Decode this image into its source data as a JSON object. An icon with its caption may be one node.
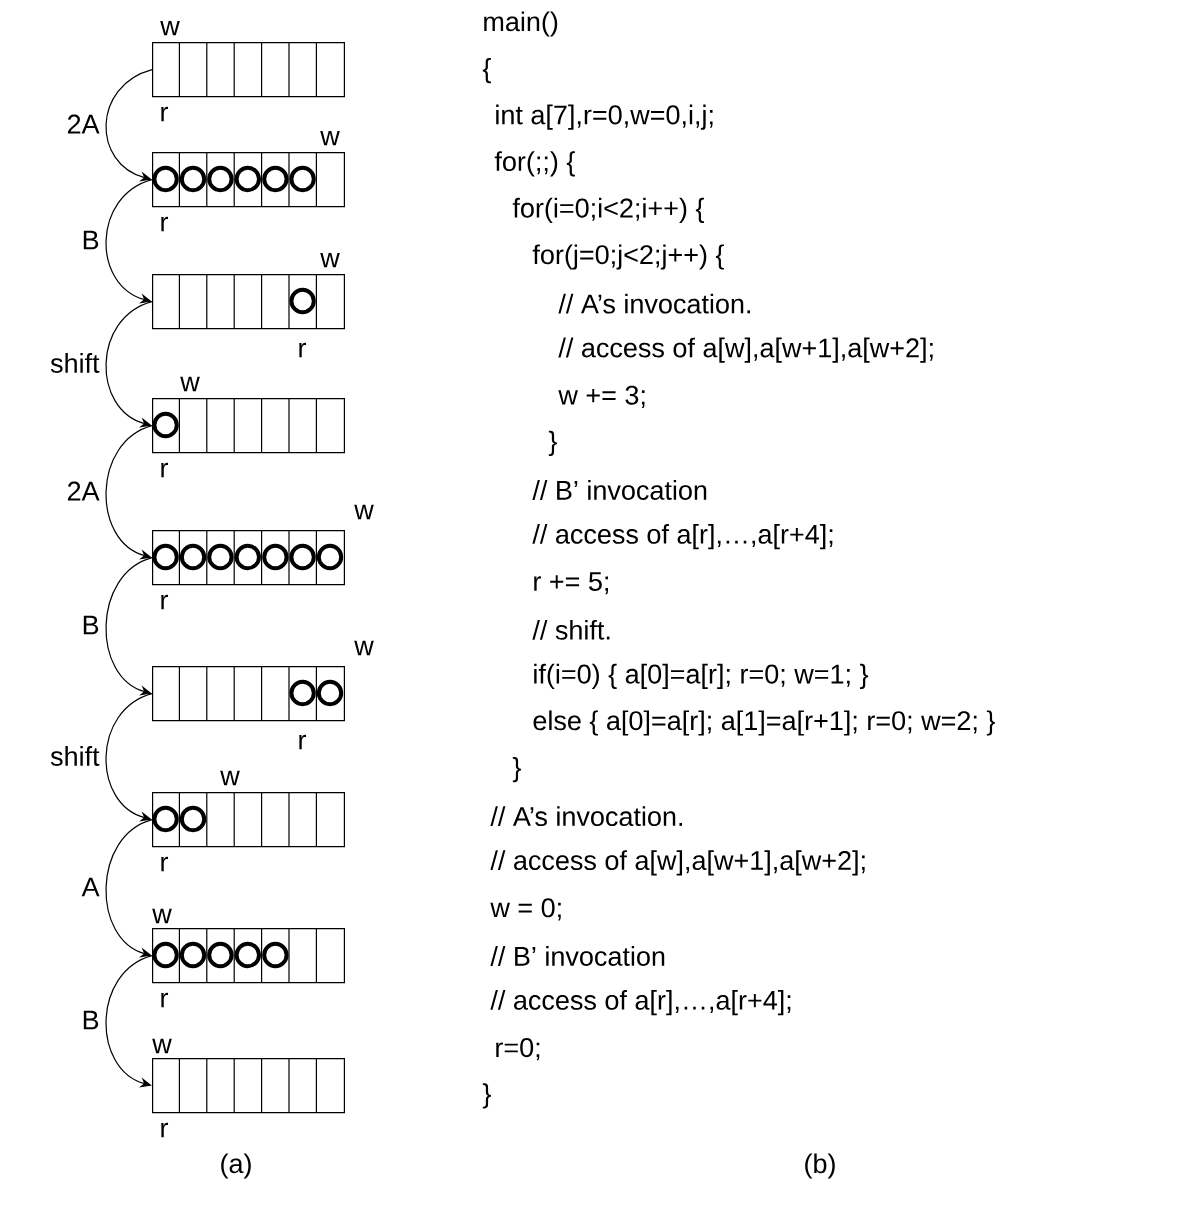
{
  "diagram": {
    "nodes": [
      {
        "text": [],
        "shape": "box",
        "beside": [
          "w",
          "r"
        ]
      },
      {
        "text": [],
        "shape": "box",
        "beside": [
          "w",
          "r"
        ]
      },
      {
        "text": [],
        "shape": "box",
        "beside": [
          "w",
          "r"
        ]
      },
      {
        "text": [],
        "shape": "box",
        "beside": [
          "w",
          "r"
        ]
      },
      {
        "text": [],
        "shape": "box",
        "beside": [
          "w",
          "r"
        ]
      },
      {
        "text": [],
        "shape": "box",
        "beside": [
          "w",
          "r"
        ]
      },
      {
        "text": [],
        "shape": "box",
        "beside": [
          "w",
          "r"
        ]
      },
      {
        "text": [],
        "shape": "box",
        "beside": [
          "w",
          "r"
        ]
      },
      {
        "text": [],
        "shape": "box",
        "beside": [
          "w",
          "r"
        ]
      }
    ],
    "edges": [
      {
        "from": 0,
        "to": 1,
        "arrow": "to",
        "label": "2A"
      },
      {
        "from": 1,
        "to": 2,
        "arrow": "to",
        "label": "B"
      },
      {
        "from": 2,
        "to": 3,
        "arrow": "to",
        "label": "shift"
      },
      {
        "from": 3,
        "to": 4,
        "arrow": "to",
        "label": "2A"
      },
      {
        "from": 4,
        "to": 5,
        "arrow": "to",
        "label": "B"
      },
      {
        "from": 5,
        "to": 6,
        "arrow": "to",
        "label": "shift"
      },
      {
        "from": 6,
        "to": 7,
        "arrow": "to",
        "label": "A"
      },
      {
        "from": 7,
        "to": 8,
        "arrow": "to",
        "label": "B"
      }
    ],
    "labels": [
      "main()",
      "{",
      "int a[7],r=0,w=0,i,j;",
      "for(;;) {",
      "for(i=0;i<2;i++) {",
      "for(j=0;j<2;j++) {",
      "// A’s invocation.",
      "// access of a[w],a[w+1],a[w+2];",
      "w += 3;",
      "}",
      "// B’ invocation",
      "// access of a[r],…,a[r+4];",
      "r += 5;",
      "// shift.",
      "if(i=0) { a[0]=a[r]; r=0; w=1; }",
      "else { a[0]=a[r]; a[1]=a[r+1]; r=0; w=2; }",
      "}",
      "// A’s invocation.",
      "// access of a[w],a[w+1],a[w+2];",
      "w = 0;",
      "// B’ invocation",
      "// access of a[r],…,a[r+4];",
      "r=0;",
      "}",
      "(a)",
      "(b)"
    ]
  }
}
